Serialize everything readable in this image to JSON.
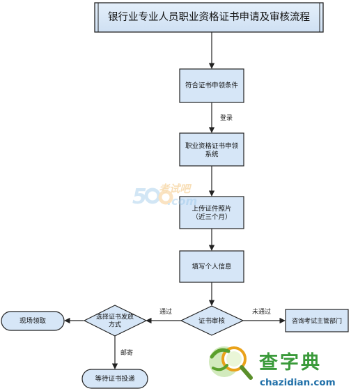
{
  "title": "银行业专业人员职业资格证书申请及审核流程",
  "nodes": {
    "eligibility": "符合证书申领条件",
    "system_line1": "职业资格证书申领",
    "system_line2": "系统",
    "upload_line1": "上传证件照片",
    "upload_line2": "（近三个月）",
    "fill_info": "填写个人信息",
    "review": "证书审核",
    "consult": "咨询考试主管部门",
    "choose_line1": "选择证书发放",
    "choose_line2": "方式",
    "onsite": "现场领取",
    "wait": "等待证书投递"
  },
  "edge_labels": {
    "login": "登录",
    "pass": "通过",
    "fail": "未通过",
    "mail": "邮寄"
  },
  "watermarks": {
    "site_logo_text": "考试吧",
    "site_logo_sub": ".com",
    "brand_cn": "查字典",
    "brand_url": "chazidian.com"
  },
  "colors": {
    "box_fill": "#d6e6f7",
    "box_stroke": "#222222",
    "line": "#222222"
  }
}
